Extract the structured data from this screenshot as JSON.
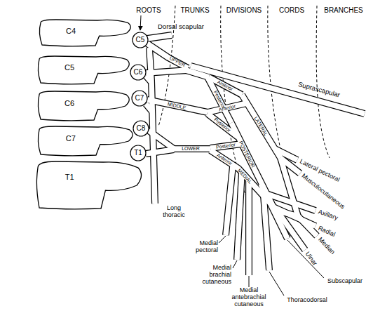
{
  "diagram": {
    "nodes": [
      {
        "text": [
          "C4"
        ]
      },
      {
        "text": [
          "C5"
        ]
      },
      {
        "text": [
          "C5"
        ]
      },
      {
        "text": [
          "C6"
        ]
      },
      {
        "text": [
          "C6"
        ]
      },
      {
        "text": [
          "C7"
        ]
      },
      {
        "text": [
          "C7"
        ]
      },
      {
        "text": [
          "C8"
        ]
      },
      {
        "text": [
          "T1"
        ]
      },
      {
        "text": [
          "T1"
        ]
      }
    ],
    "labels": [
      "ROOTS",
      "TRUNKS",
      "DIVISIONS",
      "CORDS",
      "BRANCHES",
      "Dorsal scapular",
      "UPPER",
      "Posterior",
      "Anterior",
      "MIDDLE",
      "Anterior",
      "Posterior",
      "LATERAL",
      "LOWER",
      "Posterior",
      "Anterior",
      "POSTERIOR",
      "MEDIAL",
      "Suprascapular",
      "Lateral pectoral",
      "Musculocutaneous",
      "Axillary",
      "Radial",
      "Median",
      "Ulnar",
      "Subscapular",
      "Long thoracic",
      "Medial pectoral",
      "Medial brachial cutaneous",
      "Medial antebrachial cutaneous",
      "Thoracodorsal"
    ]
  }
}
